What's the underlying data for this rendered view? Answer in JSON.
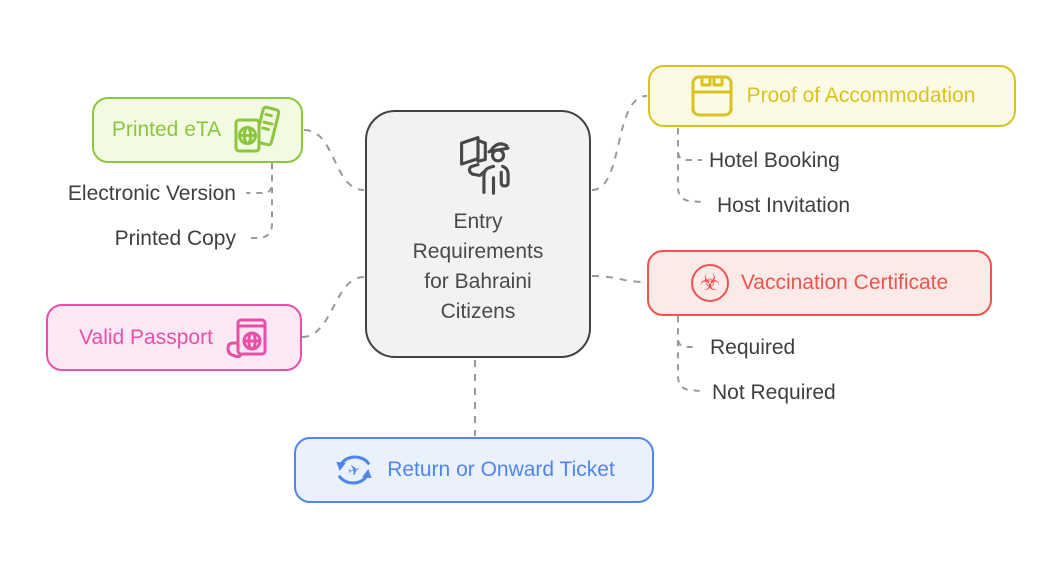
{
  "diagram": {
    "type": "mindmap",
    "background": "#FFFFFF",
    "connector_color": "#999999",
    "child_label_color": "#3F3F3F",
    "center": {
      "label": "Entry Requirements for Bahraini Citizens",
      "lines": [
        "Entry",
        "Requirements",
        "for Bahraini",
        "Citizens"
      ],
      "icon": "immigration-officer-passport-icon",
      "fill": "#F2F2F2",
      "border": "#424242",
      "text_color": "#4A4A4A"
    },
    "branches": [
      {
        "label": "Printed eTA",
        "icon": "eta-passport-ticket-icon",
        "accent": "#8CC63C",
        "background": "#F3FAE2",
        "children": [
          "Electronic Version",
          "Printed Copy"
        ]
      },
      {
        "label": "Valid Passport",
        "icon": "passport-in-hand-icon",
        "accent": "#E750A8",
        "background": "#FCE8F4",
        "children": []
      },
      {
        "label": "Proof of Accommodation",
        "icon": "wardrobe-hotel-icon",
        "accent": "#D8C41E",
        "background": "#FCF9E4",
        "children": [
          "Hotel Booking",
          "Host Invitation"
        ]
      },
      {
        "label": "Vaccination Certificate",
        "icon": "biohazard-icon",
        "icon_glyph": "☣",
        "accent": "#EF5350",
        "background": "#FCEAE9",
        "children": [
          "Required",
          "Not Required"
        ]
      },
      {
        "label": "Return or Onward Ticket",
        "icon": "round-trip-plane-icon",
        "icon_glyph": "✈",
        "accent": "#4E86EE",
        "background": "#EBF1FC",
        "children": []
      }
    ]
  }
}
